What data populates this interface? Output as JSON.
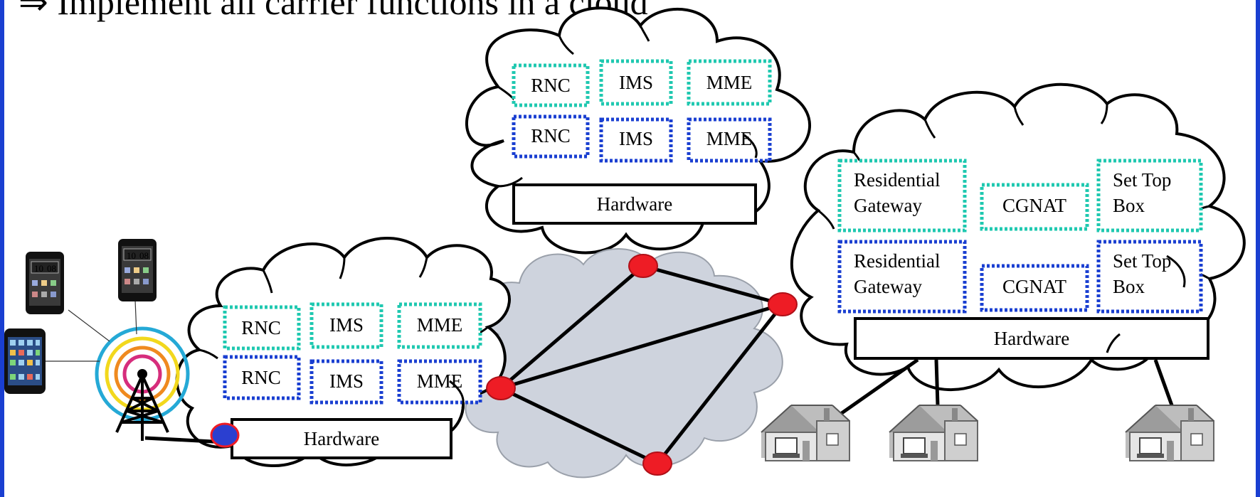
{
  "title": "⇒ Implement all carrier functions in a cloud",
  "colors": {
    "frame": "#1a3fd1",
    "active_nf": "#1fc8b0",
    "standby_nf": "#1a3fd1",
    "backbone_cloud": "#ced3dd",
    "router": "#ee1c25",
    "port": "#2b3fd0"
  },
  "mobile_cloud": {
    "top_row": [
      "RNC",
      "IMS",
      "MME"
    ],
    "bottom_row": [
      "RNC",
      "IMS",
      "MME"
    ],
    "hardware": "Hardware"
  },
  "core_cloud": {
    "top_row": [
      "RNC",
      "IMS",
      "MME"
    ],
    "bottom_row": [
      "RNC",
      "IMS",
      "MME"
    ],
    "hardware": "Hardware"
  },
  "residential_cloud": {
    "top_row": [
      [
        "Residential",
        "Gateway"
      ],
      [
        "CGNAT"
      ],
      [
        "Set Top",
        "Box"
      ]
    ],
    "bottom_row": [
      [
        "Residential",
        "Gateway"
      ],
      [
        "CGNAT"
      ],
      [
        "Set Top",
        "Box"
      ]
    ],
    "hardware": "Hardware"
  },
  "icons": [
    "smartphone-icon",
    "smartphone-icon",
    "iphone-icon",
    "cell-tower-icon",
    "house-icon",
    "house-icon",
    "house-icon",
    "router-icon"
  ]
}
